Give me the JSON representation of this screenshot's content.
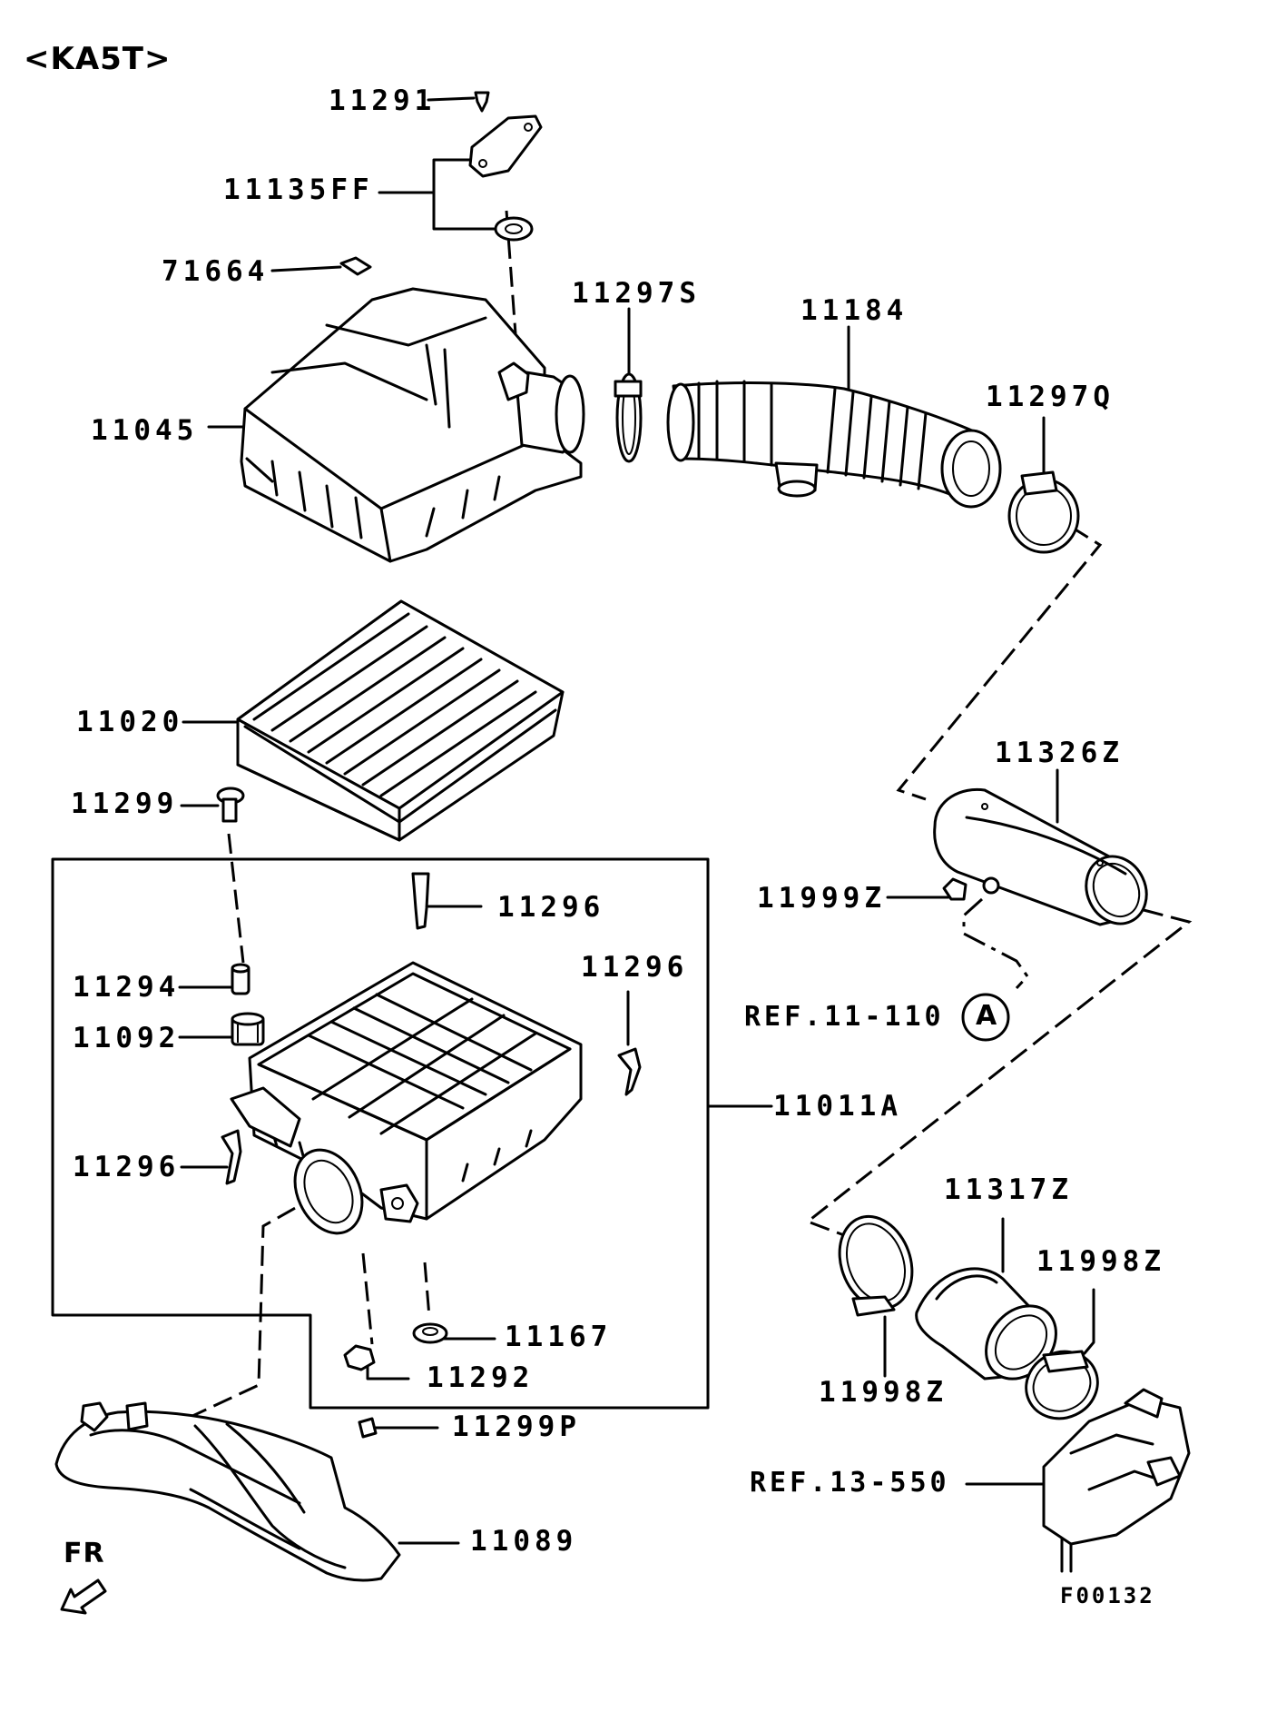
{
  "diagram": {
    "header": "<KA5T>",
    "figure_code": "F00132",
    "direction_label": "FR",
    "labels": {
      "p11291": "11291",
      "p11135FF": "11135FF",
      "p71664": "71664",
      "p11297S": "11297S",
      "p11184": "11184",
      "p11297Q": "11297Q",
      "p11045": "11045",
      "p11020": "11020",
      "p11326Z": "11326Z",
      "p11299": "11299",
      "p11296_top": "11296",
      "p11296_right": "11296",
      "p11999Z": "11999Z",
      "p11294": "11294",
      "p11092": "11092",
      "p11011A": "11011A",
      "p11296_left": "11296",
      "p11317Z": "11317Z",
      "p11998Z_right": "11998Z",
      "p11167": "11167",
      "p11292": "11292",
      "p11998Z_left": "11998Z",
      "p11299P": "11299P",
      "p11089": "11089"
    },
    "references": {
      "ref_a_text": "REF.11-110",
      "ref_a_marker": "A",
      "ref_b_text": "REF.13-550"
    }
  }
}
